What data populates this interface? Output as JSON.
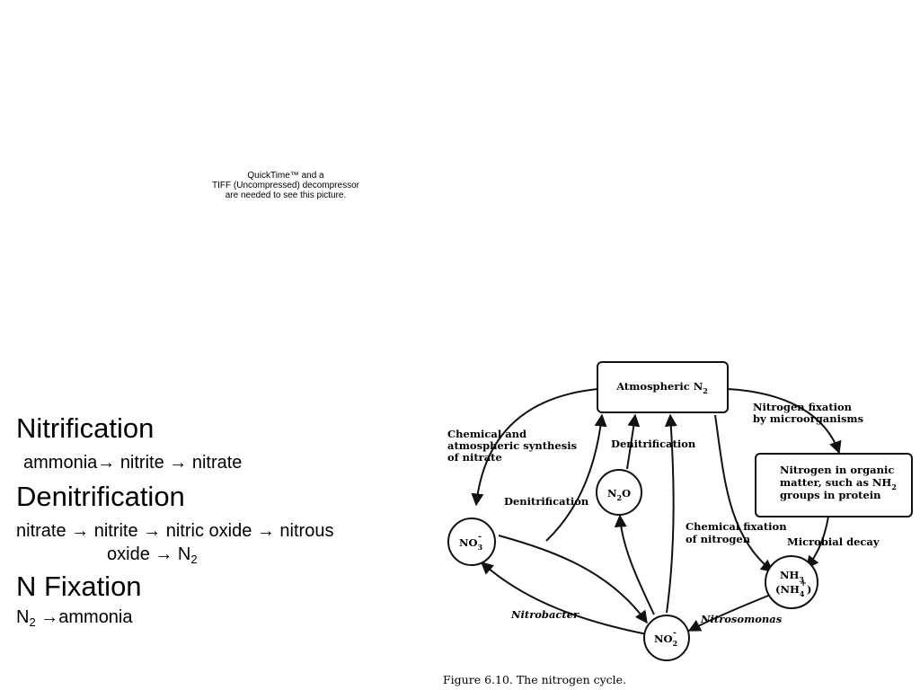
{
  "placeholder": {
    "lines": [
      "QuickTime™ and a",
      "TIFF (Uncompressed) decompressor",
      "are needed to see this picture."
    ]
  },
  "notes": {
    "nitrification": {
      "heading": "Nitrification",
      "line": "ammonia→ nitrite → nitrate"
    },
    "denitrification": {
      "heading": "Denitrification",
      "line1": "nitrate → nitrite → nitric oxide → nitrous",
      "line2_pre": "oxide → N",
      "line2_sub": "2"
    },
    "n_fixation": {
      "heading": "N Fixation",
      "line_pre": "N",
      "line_sub": "2",
      "line_post": " →ammonia"
    }
  },
  "figure": {
    "caption": "Figure 6.10.  The nitrogen cycle.",
    "nodes": {
      "atmospheric": {
        "text": "Atmospheric N",
        "sub": "2"
      },
      "organic": {
        "line1": "Nitrogen in organic",
        "line2_pre": "matter, such as NH",
        "line2_sub": "2",
        "line3": "groups in protein"
      },
      "no3": {
        "text": "NO",
        "sub": "3",
        "sup": "-"
      },
      "n2o": {
        "text": "N",
        "sub": "2",
        "post": "O"
      },
      "no2": {
        "text": "NO",
        "sub": "2",
        "sup": "-"
      },
      "nh3": {
        "text": "NH",
        "sub": "3"
      },
      "nh4": {
        "text": "(NH",
        "sub": "4",
        "sup": "+",
        "post": ")"
      }
    },
    "labels": {
      "chemical_synthesis": [
        "Chemical and",
        "atmospheric synthesis",
        "of nitrate"
      ],
      "denitrification_left": "Denitrification",
      "denitrification_top": "Denitrification",
      "nitrogen_fixation": [
        "Nitrogen fixation",
        "by microorganisms"
      ],
      "chemical_fixation": [
        "Chemical fixation",
        "of nitrogen"
      ],
      "microbial_decay": "Microbial decay",
      "nitrobacter": "Nitrobacter",
      "nitrosomonas": "Nitrosomonas"
    }
  }
}
